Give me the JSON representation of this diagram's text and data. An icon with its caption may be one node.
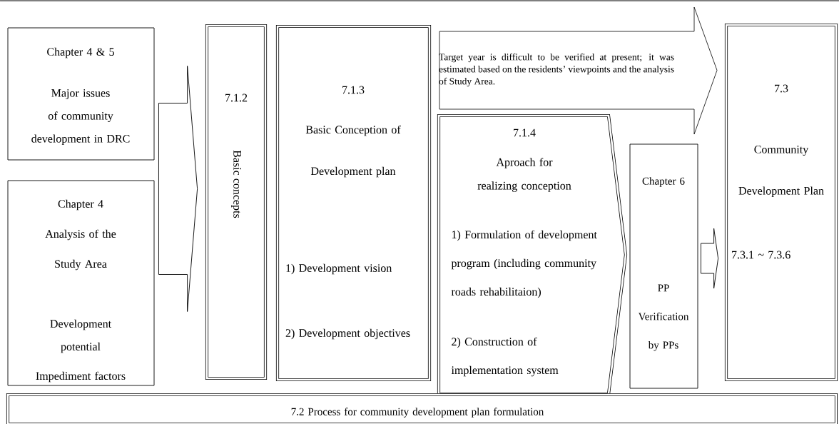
{
  "diagram": {
    "nodes": [
      {
        "text": [
          "Chapter 4 & 5",
          "Major issues of community development in DRC"
        ]
      },
      {
        "text": [
          "Chapter 4",
          "Analysis of the Study Area",
          "Development potential",
          "Impediment factors"
        ]
      },
      {
        "text": [
          "7.1.2",
          "Basic concepts"
        ]
      },
      {
        "text": [
          "7.1.3",
          "Basic Conception of Development plan",
          "1) Development vision",
          "2) Development objectives"
        ]
      },
      {
        "text": [
          "Target year is difficult to be verified at present; it was estimated based on the residents’ viewpoints and the analysis of Study Area."
        ]
      },
      {
        "text": [
          "7.1.4",
          "Aproach for realizing conception",
          "1) Formulation of development program (including community roads rehabilitaion)",
          "2) Construction of implementation system"
        ]
      },
      {
        "text": [
          "Chapter 6",
          "PP Verification by PPs"
        ]
      },
      {
        "text": [
          "7.3",
          "Community Development Plan",
          "7.3.1 ~ 7.3.6"
        ]
      },
      {
        "text": [
          "7.2 Process for community development plan formulation"
        ]
      }
    ],
    "edges": [
      {
        "from": 0,
        "to": 2,
        "arrow": "to"
      },
      {
        "from": 1,
        "to": 2,
        "arrow": "to"
      },
      {
        "from": 6,
        "to": 7,
        "arrow": "to"
      }
    ]
  }
}
